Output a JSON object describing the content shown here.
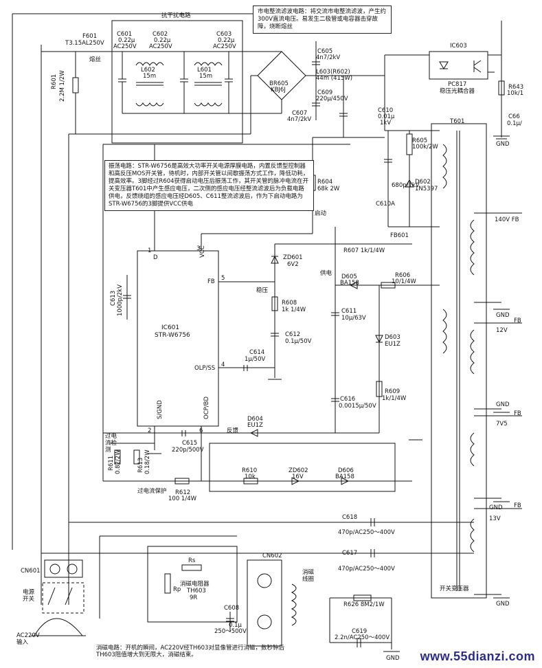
{
  "notes": {
    "filter_title": "抗干扰电路",
    "rectifier_note": "市电整流滤波电路：将交流市电整流滤波，产生约300V直流电压。易发生二极管或电容器击穿故障，烧断熔丝",
    "oscillator_note": "振荡电路：STR-W6756是高效大功率开关电源厚膜电路，内置反馈型控制器和高反压MOS开关管，待机时，内部开关管以间歇振荡方式工作，降低功耗，提高效率。3脚经过R604获得启动电压后振荡工作，其开关管的脉冲电流在开关变压器T601中产生感应电压，二次侧的感应电压经整流滤波后为负载电路供电，反馈绕组的感应电压经D605、C611整流滤波后，作为下启动电路为STR-W6756的3脚提供VCC供电",
    "degauss_note": "消磁电路：开机的瞬间，AC220V经TH603对显像管进行消磁，数秒钟后TH603阻值增大到无限大，消磁结束。"
  },
  "components": {
    "f601": "F601",
    "f601_val": "T3.15AL250V",
    "fuse_label": "熔丝",
    "r601": "R601",
    "r601_val": "2.2M 1/2W",
    "c601": "C601",
    "c601_v1": "0.22μ",
    "c601_v2": "AC250V",
    "c602": "C602",
    "c602_v1": "0.22μ",
    "c602_v2": "AC250V",
    "c603": "C603",
    "c603_v1": "0.22μ",
    "c603_v2": "AC250V",
    "l602": "L602",
    "l602_val": "15m",
    "l601": "L601",
    "l601_val": "15m",
    "br605": "BR605",
    "br605_val": "KBJ6J",
    "c605": "C605",
    "c605_val": "4n7/2kV",
    "l603": "L603(R602)",
    "l603_val": "44m (415W)",
    "c609": "C609",
    "c609_val": "220μ/450V",
    "c607": "C607",
    "c607_val": "4n7/2kV",
    "ic603": "IC603",
    "pc817": "PC817",
    "pc817_desc": "稳压光耦合器",
    "r643": "R643",
    "r643_val": "10k/1",
    "c66": "C66",
    "c66_val": "0.1μ/",
    "gnd": "GND",
    "c610": "C610",
    "c610_val": "0.01μ",
    "c610_val2": "1kV",
    "r605": "R605",
    "r605_val": "100k/2W",
    "c610a": "C610A",
    "c610a_val": "680p/1kV",
    "d602": "D602",
    "d602_val": "1N5397",
    "t601": "T601",
    "r604": "R604",
    "r604_val": "68k 2W",
    "startup": "启动",
    "fb601": "FB601",
    "r607": "R607 1k/1/4W",
    "zd601": "ZD601",
    "zd601_val": "6V2",
    "stabilize": "稳压",
    "r608": "R608",
    "r608_val": "1k 1/4W",
    "c612": "C612",
    "c612_val": "0.1μ/50V",
    "power_label": "供电",
    "d605": "D605",
    "d605_val": "BA158",
    "r606": "R606",
    "r606_val": "10/1/4W",
    "c611": "C611",
    "c611_val": "10μ/63V",
    "d603": "D603",
    "d603_val": "EU1Z",
    "c613": "C613",
    "c613_val": "1000p/2kV",
    "ic601": "IC601",
    "ic601_val": "STR-W6756",
    "pin_d": "D",
    "pin_vcc": "VCC",
    "pin_fb": "FB",
    "pin_olp": "OLP/SS",
    "pin_sgnd": "S/GND",
    "pin_ocp": "OCP/BD",
    "pin1": "1",
    "pin2": "2",
    "pin3": "3",
    "pin4": "4",
    "pin5": "5",
    "pin6": "6",
    "c614": "C614",
    "c614_val": "1μ/50V",
    "r609": "R609",
    "r609_val": "1k/1/4W",
    "c616": "C616",
    "c616_val": "0.0015μ/50V",
    "overcurrent_detect": "过电流检测",
    "feedback": "反馈",
    "d604": "D604",
    "d604_val": "EU1Z",
    "c615": "C615",
    "c615_val": "220p/500V",
    "r611": "R611",
    "r611_val": "0.82/2W",
    "r613": "R613",
    "r613_val": "0.18/2W",
    "r610": "R610",
    "r610_val": "10k",
    "zd602": "ZD602",
    "zd602_val": "16V",
    "d606": "D606",
    "d606_val": "BA158",
    "overcurrent_protect": "过电流保护",
    "r612": "R612",
    "r612_val": "100 1/4W",
    "out_140v": "140V FB",
    "out_12v": "12V",
    "out_7v5": "7V5",
    "out_13v": "13V",
    "fb": "FB",
    "transformer_label": "开关变压器",
    "c618": "C618",
    "c618_val": "470p/AC250～400V",
    "c617": "C617",
    "c617_val": "470p/AC250～400V",
    "cn601": "CN601",
    "power_switch": "电源开关",
    "ac_input": "AC220V 输入",
    "rs": "Rs",
    "rp": "Rp",
    "th603": "消磁电阻器",
    "th603_val": "TH603",
    "th603_val2": "9R",
    "c608": "C608",
    "c608_val": "0.1μ",
    "c608_val2": "250～500V",
    "cn602": "CN602",
    "degauss_coil": "消磁线圈",
    "r626": "R626 8M2/1W",
    "c619": "C619",
    "c619_val": "2.2n/AC250～400V"
  },
  "watermark": "www.55dianzi.com"
}
